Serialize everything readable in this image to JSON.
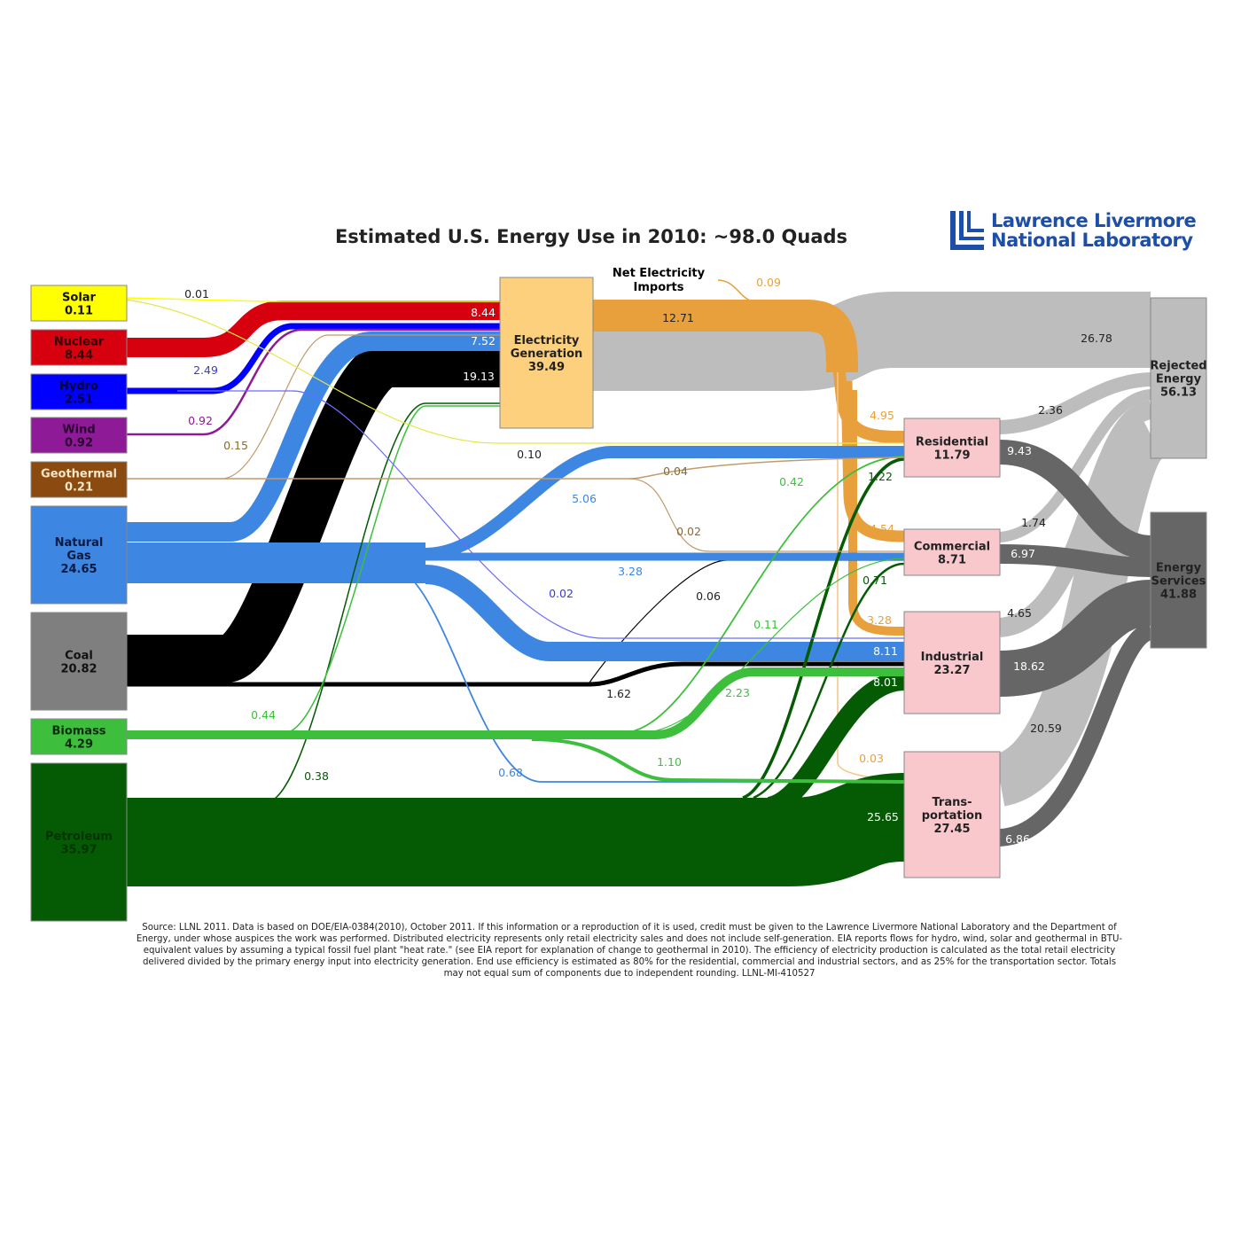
{
  "title": "Estimated U.S. Energy Use in 2010: ~98.0 Quads",
  "logo": {
    "line1": "Lawrence Livermore",
    "line2": "National Laboratory",
    "color": "#1d4fa8"
  },
  "sources": [
    {
      "id": "solar",
      "lines": [
        "Solar",
        "0.11"
      ],
      "color": "#ffff00"
    },
    {
      "id": "nuclear",
      "lines": [
        "Nuclear",
        "8.44"
      ],
      "color": "#d7000f"
    },
    {
      "id": "hydro",
      "lines": [
        "Hydro",
        "2.51"
      ],
      "color": "#0000ff"
    },
    {
      "id": "wind",
      "lines": [
        "Wind",
        "0.92"
      ],
      "color": "#8e1a98"
    },
    {
      "id": "geothermal",
      "lines": [
        "Geothermal",
        "0.21"
      ],
      "color": "#8a4a10"
    },
    {
      "id": "natural-gas",
      "lines": [
        "Natural",
        "Gas",
        "24.65"
      ],
      "color": "#3d86e1"
    },
    {
      "id": "coal",
      "lines": [
        "Coal",
        "20.82"
      ],
      "color": "#7f7f7f"
    },
    {
      "id": "biomass",
      "lines": [
        "Biomass",
        "4.29"
      ],
      "color": "#3dbf3d"
    },
    {
      "id": "petroleum",
      "lines": [
        "Petroleum",
        "35.97"
      ],
      "color": "#045b04"
    }
  ],
  "nodes": [
    {
      "id": "electricity",
      "lines": [
        "Electricity",
        "Generation",
        "39.49"
      ],
      "color": "#fdd07e"
    },
    {
      "id": "residential",
      "lines": [
        "Residential",
        "11.79"
      ],
      "color": "#f9c8cc"
    },
    {
      "id": "commercial",
      "lines": [
        "Commercial",
        "8.71"
      ],
      "color": "#f9c8cc"
    },
    {
      "id": "industrial",
      "lines": [
        "Industrial",
        "23.27"
      ],
      "color": "#f9c8cc"
    },
    {
      "id": "transportation",
      "lines": [
        "Trans-",
        "portation",
        "27.45"
      ],
      "color": "#f9c8cc"
    },
    {
      "id": "rejected",
      "lines": [
        "Rejected",
        "Energy",
        "56.13"
      ],
      "color": "#bdbdbd"
    },
    {
      "id": "services",
      "lines": [
        "Energy",
        "Services",
        "41.88"
      ],
      "color": "#666666"
    }
  ],
  "imports_label": [
    "Net Electricity",
    "Imports"
  ],
  "flow_labels": [
    "0.01",
    "8.44",
    "7.52",
    "19.13",
    "2.49",
    "0.92",
    "0.15",
    "12.71",
    "0.09",
    "0.10",
    "0.04",
    "5.06",
    "0.02",
    "0.42",
    "4.95",
    "1.22",
    "4.54",
    "0.71",
    "3.28",
    "0.02",
    "3.28",
    "0.06",
    "0.11",
    "8.11",
    "8.01",
    "1.62",
    "2.23",
    "0.44",
    "1.10",
    "0.38",
    "0.68",
    "0.03",
    "25.65",
    "26.78",
    "2.36",
    "9.43",
    "1.74",
    "6.97",
    "4.65",
    "18.62",
    "20.59",
    "6.86"
  ],
  "flow_colors": {
    "electricity": "#e8a03c",
    "gas": "#3d86e1",
    "coal": "#000000",
    "petroleum": "#045b04",
    "biomass": "#3dbf3d",
    "rejected": "#bdbdbd",
    "services": "#666666"
  },
  "footnote": "Source: LLNL 2011. Data is based on DOE/EIA-0384(2010), October 2011. If this information or a reproduction of it is used, credit must be given to the Lawrence Livermore National Laboratory and the Department of Energy, under whose auspices the work was performed. Distributed electricity represents only retail electricity sales and does not include self-generation. EIA reports flows for hydro, wind, solar and geothermal in BTU-equivalent values by assuming a typical fossil fuel plant \"heat rate.\" (see EIA report for explanation of change to geothermal in 2010). The efficiency of electricity production is calculated as the total retail electricity delivered divided by the primary energy input into electricity generation. End use efficiency is estimated as 80% for the residential, commercial and industrial sectors, and as 25% for the transportation sector. Totals may not equal sum of components due to independent rounding. LLNL-MI-410527"
}
